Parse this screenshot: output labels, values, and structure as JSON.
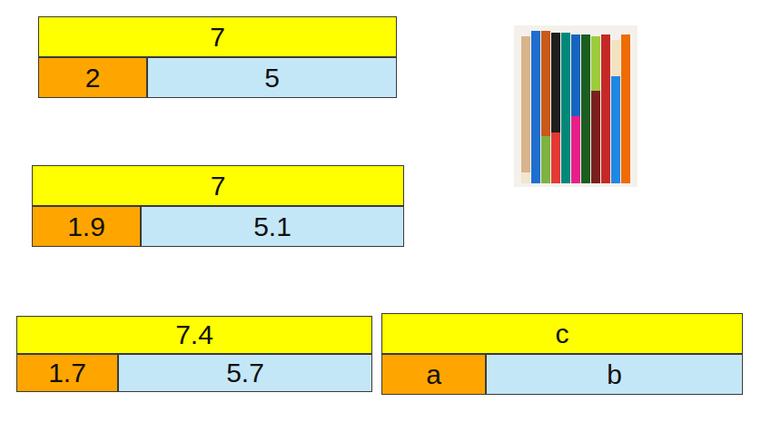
{
  "diagram": {
    "nodes": [
      {
        "text": [
          "7"
        ]
      },
      {
        "text": [
          "2"
        ]
      },
      {
        "text": [
          "5"
        ]
      },
      {
        "text": [
          "7"
        ]
      },
      {
        "text": [
          "1.9"
        ]
      },
      {
        "text": [
          "5.1"
        ]
      },
      {
        "text": [
          "7.4"
        ]
      },
      {
        "text": [
          "1.7"
        ]
      },
      {
        "text": [
          "5.7"
        ]
      },
      {
        "text": [
          "c"
        ]
      },
      {
        "text": [
          "a"
        ]
      },
      {
        "text": [
          "b"
        ]
      }
    ]
  }
}
